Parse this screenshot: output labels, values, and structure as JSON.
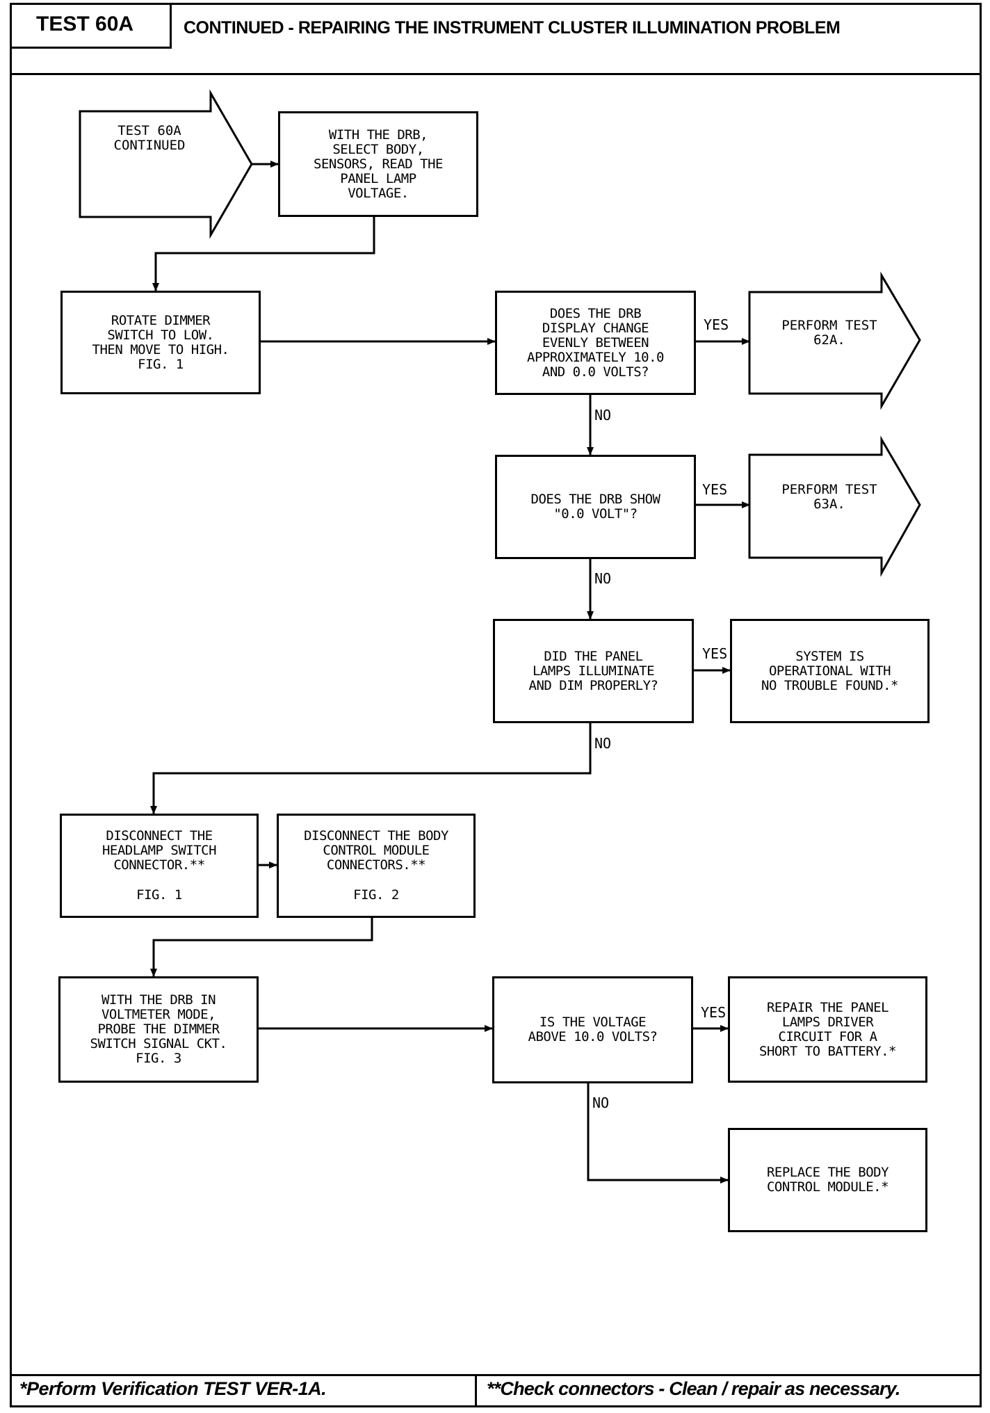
{
  "header": {
    "test_id": "TEST 60A",
    "title": "CONTINUED - REPAIRING THE INSTRUMENT CLUSTER ILLUMINATION PROBLEM"
  },
  "nodes": {
    "start": "TEST 60A\nCONTINUED",
    "select_body": "WITH THE DRB,\nSELECT BODY,\nSENSORS, READ THE\nPANEL LAMP\nVOLTAGE.",
    "rotate_dimmer": "ROTATE DIMMER\nSWITCH TO LOW.\nTHEN MOVE TO HIGH.\nFIG. 1",
    "q_display_change": "DOES THE DRB\nDISPLAY CHANGE\nEVENLY BETWEEN\nAPPROXIMATELY 10.0\nAND 0.0 VOLTS?",
    "perform_62a": "PERFORM TEST\n62A.",
    "q_show_zero": "DOES THE DRB SHOW\n\"0.0 VOLT\"?",
    "perform_63a": "PERFORM TEST\n63A.",
    "q_lamps_illuminate": "DID THE PANEL\nLAMPS ILLUMINATE\nAND DIM PROPERLY?",
    "system_ok": "SYSTEM IS\nOPERATIONAL WITH\nNO TROUBLE FOUND.*",
    "disconnect_headlamp": "DISCONNECT THE\nHEADLAMP SWITCH\nCONNECTOR.**",
    "disconnect_headlamp_fig": "FIG. 1",
    "disconnect_bcm": "DISCONNECT THE BODY\nCONTROL MODULE\nCONNECTORS.**",
    "disconnect_bcm_fig": "FIG. 2",
    "voltmeter_probe": "WITH THE DRB IN\nVOLTMETER MODE,\nPROBE THE DIMMER\nSWITCH SIGNAL CKT.\nFIG. 3",
    "q_voltage_above": "IS THE VOLTAGE\nABOVE 10.0 VOLTS?",
    "repair_driver": "REPAIR THE PANEL\nLAMPS DRIVER\nCIRCUIT FOR A\nSHORT TO BATTERY.*",
    "replace_bcm": "REPLACE THE BODY\nCONTROL MODULE.*"
  },
  "edge_labels": {
    "yes": "YES",
    "no": "NO"
  },
  "footer": {
    "left": "*Perform Verification TEST VER-1A.",
    "right": "**Check connectors - Clean / repair as necessary."
  }
}
